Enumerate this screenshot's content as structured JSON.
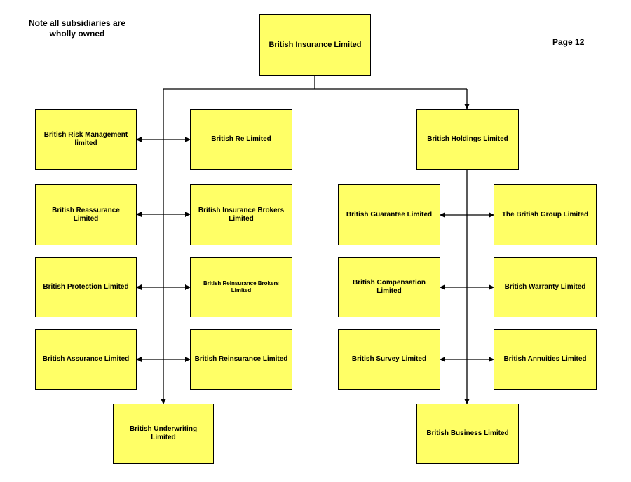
{
  "note": "Note all subsidiaries are wholly owned",
  "page": "Page 12",
  "entities": {
    "root": "British Insurance Limited",
    "re": "British Re Limited",
    "risk_mgmt": "British Risk Management limited",
    "reassurance": "British Reassurance Limited",
    "ins_brokers": "British Insurance Brokers Limited",
    "protection": "British Protection Limited",
    "reins_brokers": "British Reinsurance Brokers Limited",
    "assurance": "British Assurance Limited",
    "reinsurance": "British Reinsurance Limited",
    "underwriting": "British Underwriting Limited",
    "holdings": "British Holdings Limited",
    "guarantee": "British Guarantee Limited",
    "group": "The British Group Limited",
    "compensation": "British Compensation Limited",
    "warranty": "British Warranty Limited",
    "survey": "British Survey Limited",
    "annuities": "British Annuities Limited",
    "business": "British Business Limited"
  }
}
